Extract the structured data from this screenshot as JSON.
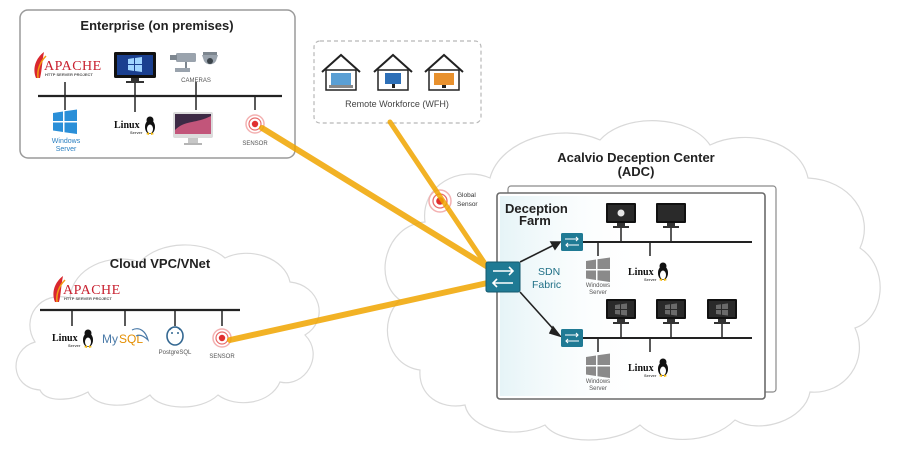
{
  "enterprise": {
    "title": "Enterprise (on premises)",
    "apache_text": "APACHE",
    "apache_sub": "HTTP SERVER PROJECT",
    "cameras_label": "CAMERAS",
    "windows_label_1": "Windows",
    "windows_label_2": "Server",
    "linux_text": "Linux",
    "linux_sub": "Server",
    "sensor_label": "SENSOR"
  },
  "remote": {
    "label": "Remote Workforce (WFH)"
  },
  "cloud": {
    "title": "Cloud VPC/VNet",
    "apache_text": "APACHE",
    "apache_sub": "HTTP SERVER PROJECT",
    "linux_text": "Linux",
    "linux_sub": "Server",
    "mysql_a": "My",
    "mysql_b": "SQL",
    "postgres_label": "PostgreSQL",
    "sensor_label": "SENSOR"
  },
  "adc": {
    "title_line1": "Acalvio Deception Center",
    "title_line2": "(ADC)",
    "global_sensor_1": "Global",
    "global_sensor_2": "Sensor",
    "farm_line1": "Deception",
    "farm_line2": "Farm",
    "sdn_line1": "SDN",
    "sdn_line2": "Fabric",
    "windows_label_1": "Windows",
    "windows_label_2": "Server",
    "linux_text": "Linux",
    "linux_sub": "Server"
  },
  "colors": {
    "link": "#f0a500",
    "switch": "#1f7a94",
    "sensor": "#e03030",
    "cloud_fill": "#ffffff",
    "cloud_stroke": "#d4d4d4"
  }
}
